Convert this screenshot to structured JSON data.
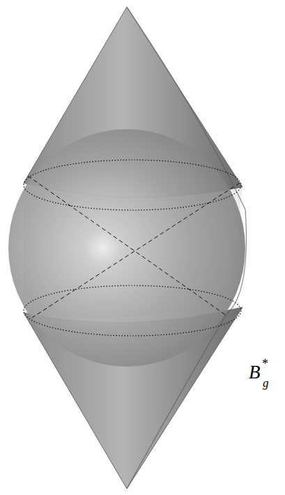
{
  "diagram": {
    "labels": [
      "B",
      "*",
      "g"
    ]
  }
}
